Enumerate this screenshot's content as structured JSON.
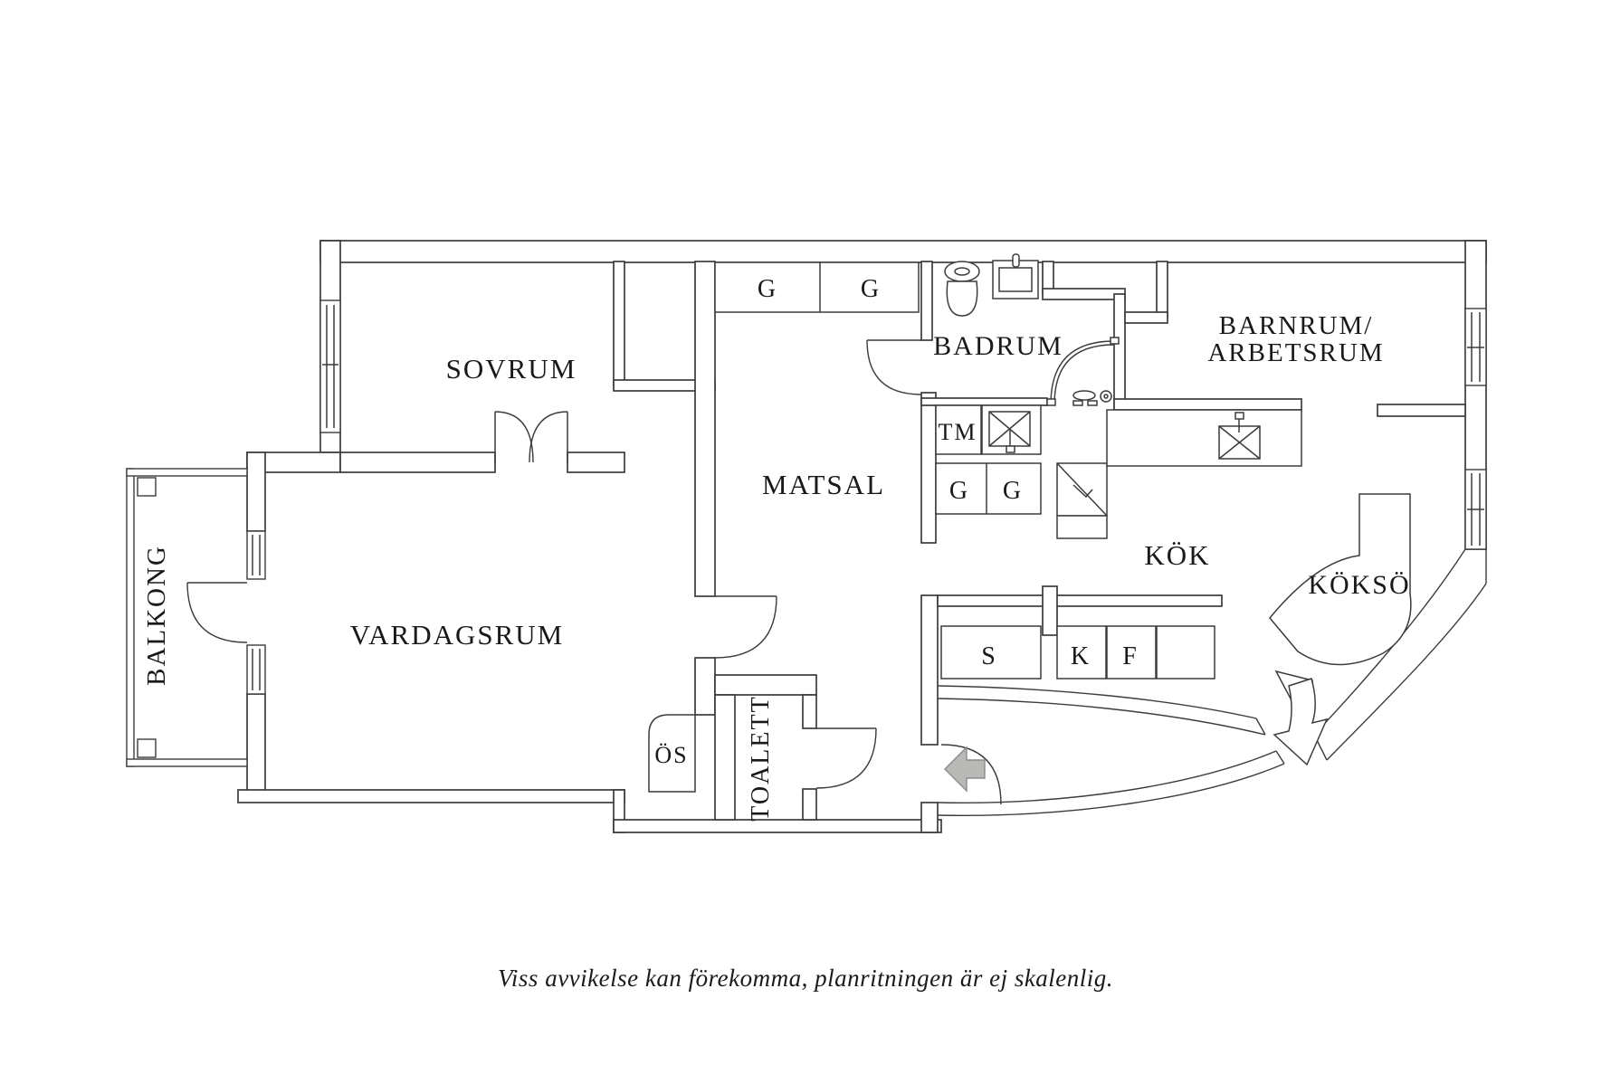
{
  "plan": {
    "rooms": {
      "sovrum": "SOVRUM",
      "vardagsrum": "VARDAGSRUM",
      "balkong": "BALKONG",
      "matsal": "MATSAL",
      "badrum": "BADRUM",
      "kok": "KÖK",
      "kokso": "KÖKSÖ",
      "barnrum_line1": "BARNRUM/",
      "barnrum_line2": "ARBETSRUM",
      "toalett": "TOALETT"
    },
    "labels": {
      "wardrobe": "G",
      "washing_machine": "TM",
      "fireplace": "ÖS",
      "pantry": "S",
      "fridge": "K",
      "freezer": "F"
    },
    "caption": "Viss avvikelse kan förekomma, planritningen är ej skalenlig.",
    "colors": {
      "line": "#3c3c3c",
      "text": "#191919",
      "entry_arrow_fill": "#b9b9b7",
      "background": "#ffffff"
    }
  }
}
